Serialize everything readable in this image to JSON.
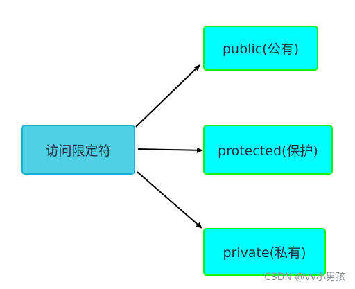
{
  "diagram": {
    "root": {
      "label": "访问限定符"
    },
    "children": [
      {
        "label": "public(公有)"
      },
      {
        "label": "protected(保护)"
      },
      {
        "label": "private(私有)"
      }
    ]
  },
  "watermark": "CSDN @vv小男孩",
  "colors": {
    "root_fill": "#4fd0e4",
    "root_border": "#1bb0cf",
    "leaf_fill": "#00ffff",
    "leaf_border": "#19ee19",
    "arrow": "#000000"
  }
}
